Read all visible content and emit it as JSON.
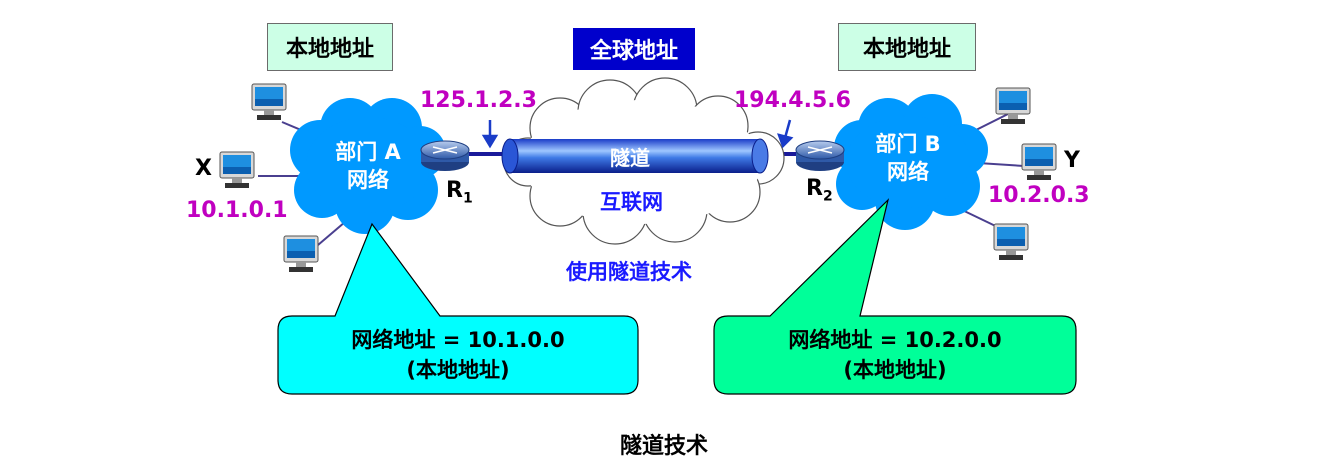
{
  "labels": {
    "local_left": "本地地址",
    "global": "全球地址",
    "local_right": "本地地址"
  },
  "ips": {
    "r1": "125.1.2.3",
    "r2": "194.4.5.6",
    "host_x": "10.1.0.1",
    "host_y": "10.2.0.3"
  },
  "hosts": {
    "x": "X",
    "y": "Y"
  },
  "routers": {
    "r1_main": "R",
    "r1_sub": "1",
    "r2_main": "R",
    "r2_sub": "2"
  },
  "networks": {
    "a_line1": "部门 A",
    "a_line2": "网络",
    "b_line1": "部门 B",
    "b_line2": "网络",
    "internet": "互联网",
    "tunnel": "隧道"
  },
  "caption_tunnel": "使用隧道技术",
  "callouts": {
    "left_line1": "网络地址 = 10.1.0.0",
    "left_line2": "(本地地址)",
    "right_line1": "网络地址 = 10.2.0.0",
    "right_line2": "(本地地址)"
  },
  "figure_title": "隧道技术",
  "colors": {
    "ip_text": "#c000c0",
    "global_label_bg": "#0000cc",
    "local_label_bg": "#ccffe6",
    "cloud": "#0099ff",
    "callout_left": "#00ffff",
    "callout_right": "#00ff99"
  }
}
